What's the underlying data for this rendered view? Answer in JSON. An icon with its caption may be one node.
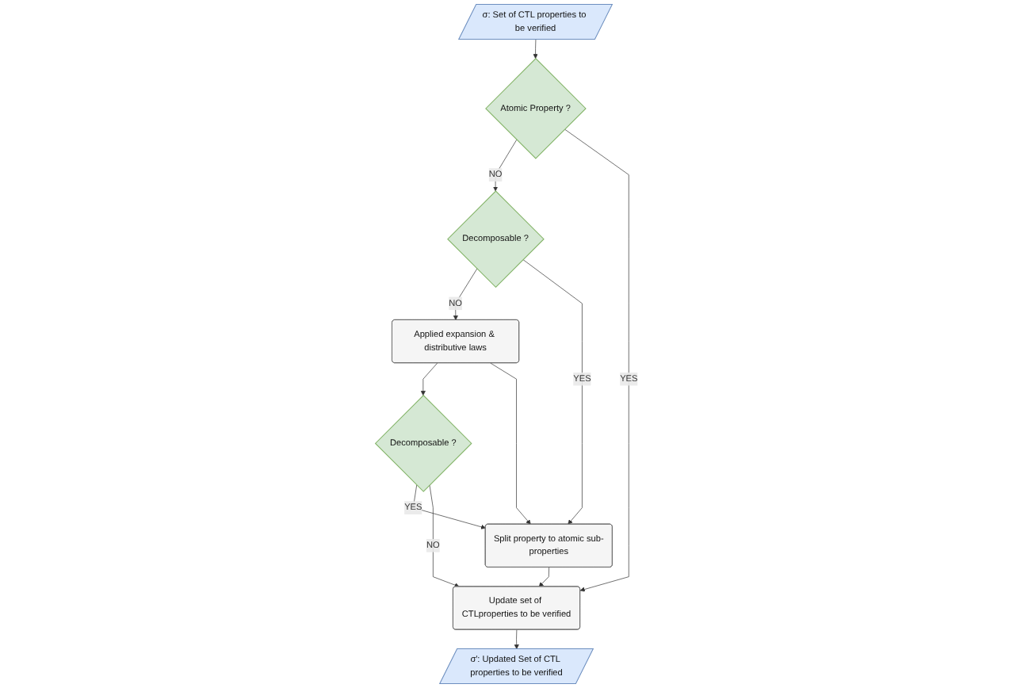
{
  "diagram": {
    "nodes": [
      {
        "text": [
          "σ: Set of CTL properties to be verified"
        ]
      },
      {
        "text": [
          "Atomic Property ?"
        ]
      },
      {
        "text": [
          "Decomposable ?"
        ]
      },
      {
        "text": [
          "Decomposable ?"
        ]
      },
      {
        "text": [
          "Applied expansion & distributive laws"
        ]
      },
      {
        "text": [
          "Split property to atomic sub-properties"
        ]
      },
      {
        "text": [
          "Update set of CTLproperties to be verified"
        ]
      },
      {
        "text": [
          "σ′: Updated Set of CTL properties to be verified"
        ]
      }
    ],
    "edges": [
      {
        "from": 0,
        "to": 1,
        "arrow": "to"
      },
      {
        "from": 1,
        "to": 2,
        "arrow": "to",
        "label": "NO"
      },
      {
        "from": 1,
        "to": 6,
        "arrow": "to",
        "label": "YES"
      },
      {
        "from": 2,
        "to": 4,
        "arrow": "to",
        "label": "NO"
      },
      {
        "from": 2,
        "to": 5,
        "arrow": "to",
        "label": "YES"
      },
      {
        "from": 4,
        "to": 3,
        "arrow": "to"
      },
      {
        "from": 4,
        "to": 5,
        "arrow": "to"
      },
      {
        "from": 3,
        "to": 5,
        "arrow": "to",
        "label": "YES"
      },
      {
        "from": 3,
        "to": 6,
        "arrow": "to",
        "label": "NO"
      },
      {
        "from": 5,
        "to": 6,
        "arrow": "to"
      },
      {
        "from": 6,
        "to": 7,
        "arrow": "to"
      }
    ]
  }
}
